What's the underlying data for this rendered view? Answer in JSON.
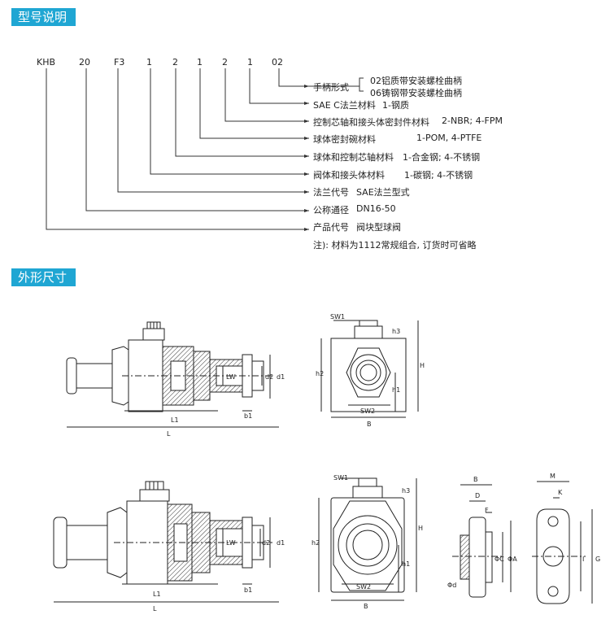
{
  "sections": {
    "model_title": "型号说明",
    "outline_title": "外形尺寸"
  },
  "code_parts": [
    "KHB",
    "20",
    "F3",
    "1",
    "2",
    "1",
    "2",
    "1",
    "02"
  ],
  "legend": {
    "handle": {
      "label": "手柄形式",
      "opt1": "02铝质带安装螺栓曲柄",
      "opt2": "06铸钢带安装螺栓曲柄"
    },
    "sae_flange_material": {
      "label": "SAE C法兰材料",
      "value": "1-钢质"
    },
    "seal_material": {
      "label": "控制芯轴和接头体密封件材料",
      "value": "2-NBR; 4-FPM"
    },
    "ball_seat": {
      "label": "球体密封碗材料",
      "value": "1-POM, 4-PTFE"
    },
    "ball_stem": {
      "label": "球体和控制芯轴材料",
      "value": "1-合金钢; 4-不锈钢"
    },
    "body_material": {
      "label": "阀体和接头体材料",
      "value": "1-碳钢; 4-不锈钢"
    },
    "flange_code": {
      "label": "法兰代号",
      "value": "SAE法兰型式"
    },
    "nominal": {
      "label": "公称通径",
      "value": "DN16-50"
    },
    "product": {
      "label": "产品代号",
      "value": "阀块型球阀"
    },
    "note": "注): 材料为1112常规组合, 订货时可省略"
  },
  "dims": {
    "L": "L",
    "L1": "L1",
    "b1": "b1",
    "d1": "d1",
    "d2": "d2",
    "LW": "LW",
    "SW1": "SW1",
    "SW2": "SW2",
    "B": "B",
    "h1": "h1",
    "h2": "h2",
    "h3": "h3",
    "H": "H",
    "D": "D",
    "K": "K",
    "M": "M",
    "F": "F",
    "I": "I",
    "G": "G",
    "phiC": "ΦC",
    "phiA": "ΦA",
    "phid": "Φd"
  }
}
